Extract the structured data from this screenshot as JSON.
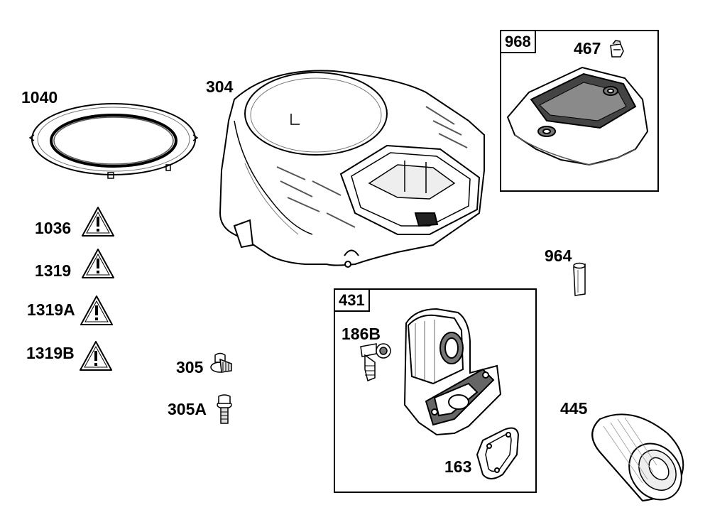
{
  "callouts": {
    "p1040": "1040",
    "p304": "304",
    "p1036": "1036",
    "p1319": "1319",
    "p1319a": "1319A",
    "p1319b": "1319B",
    "p305": "305",
    "p305a": "305A",
    "p467": "467",
    "p964": "964",
    "p186b": "186B",
    "p163": "163",
    "p445": "445"
  },
  "boxes": {
    "box968": "968",
    "box431": "431"
  },
  "icons": {
    "warning": "warning-triangle-icon"
  },
  "colors": {
    "line": "#000000",
    "shade": "#9a9a9a",
    "dark": "#4a4a4a",
    "light": "#d8d8d8"
  }
}
